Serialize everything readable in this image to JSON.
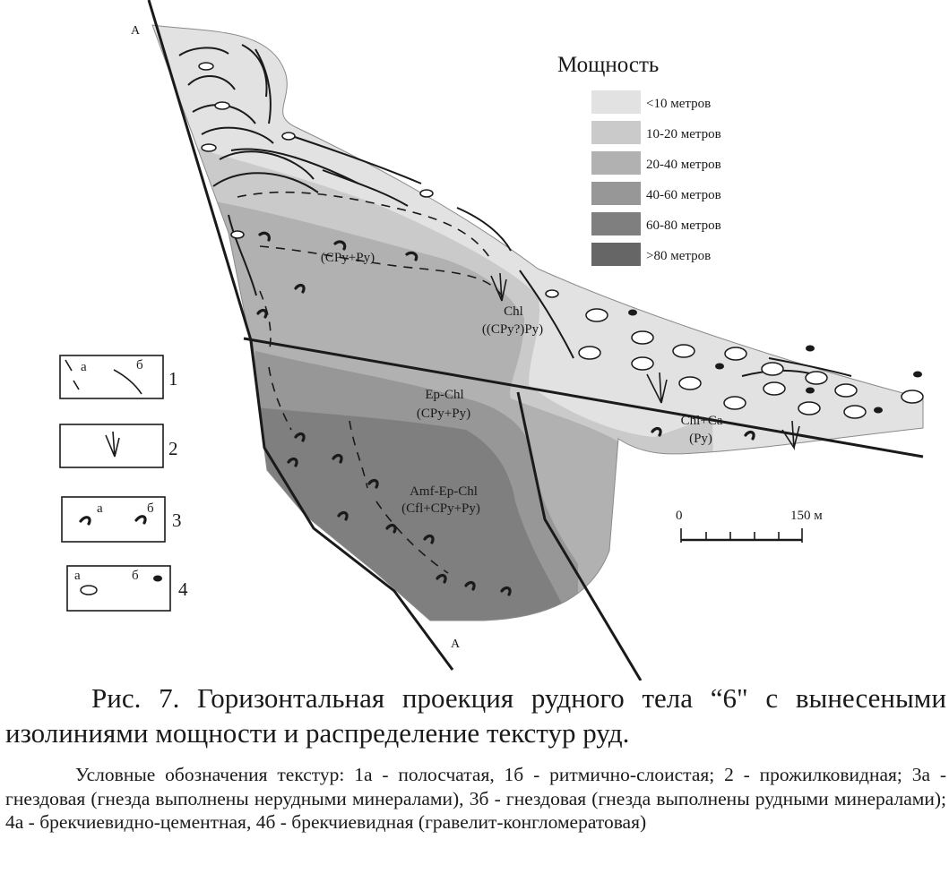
{
  "map": {
    "point_a_top": "А",
    "point_a_bottom": "А",
    "zone_labels": [
      {
        "line1": "(CPy+Py)",
        "line2": ""
      },
      {
        "line1": "Chl",
        "line2": "((CPy?)Py)"
      },
      {
        "line1": "Ep-Chl",
        "line2": "(CPy+Py)"
      },
      {
        "line1": "Amf-Ep-Chl",
        "line2": "(Cfl+CPy+Py)"
      },
      {
        "line1": "Chl+Ca",
        "line2": "(Py)"
      }
    ],
    "scale_bar": {
      "start_label": "0",
      "end_label": "150 м"
    }
  },
  "legend_thickness": {
    "title": "Мощность",
    "items": [
      {
        "label": "<10 метров",
        "color": "#e2e2e2"
      },
      {
        "label": "10-20 метров",
        "color": "#cacaca"
      },
      {
        "label": "20-40 метров",
        "color": "#b1b1b1"
      },
      {
        "label": "40-60 метров",
        "color": "#979797"
      },
      {
        "label": "60-80 метров",
        "color": "#7f7f7f"
      },
      {
        "label": ">80 метров",
        "color": "#666666"
      }
    ]
  },
  "legend_textures": [
    {
      "number": "1",
      "label_a": "а",
      "label_b": "б",
      "icon": "banded-line-icon"
    },
    {
      "number": "2",
      "label_a": "",
      "label_b": "",
      "icon": "veinlet-icon"
    },
    {
      "number": "3",
      "label_a": "а",
      "label_b": "б",
      "icon": "nest-icon"
    },
    {
      "number": "4",
      "label_a": "а",
      "label_b": "б",
      "icon": "breccia-icon"
    }
  ],
  "caption": {
    "title": "Рис. 7. Горизонтальная проекция рудного тела “6\" с вынесе­ными изолиниями мощности  и распределение текстур руд.",
    "body": "Условные обозначения текстур: 1а - полосчатая, 1б - ритмично-слоистая; 2 - прожилковидная; 3а - гнездовая (гнезда выполнены нерудными минералами), 3б - гнездовая (гнезда выполнены рудными минералами); 4а - брекчиевидно-цементная, 4б - брекчиевидная (гравелит-конгломератовая)"
  }
}
